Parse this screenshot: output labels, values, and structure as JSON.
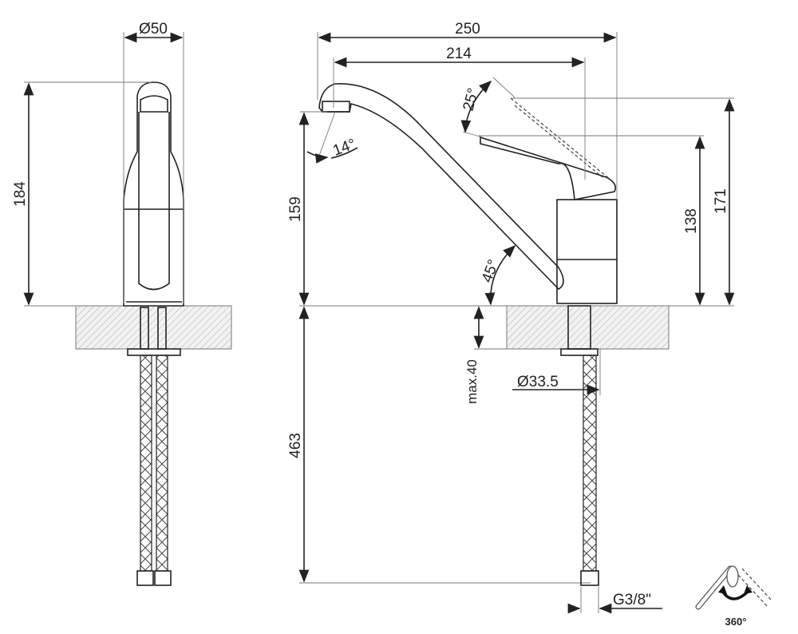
{
  "dimensions": {
    "side_diameter": "Ø50",
    "side_height": "184",
    "total_reach": "250",
    "spout_reach": "214",
    "spout_height": "159",
    "hose_length": "463",
    "lever_height": "138",
    "lever_raised_height": "171",
    "max_thickness": "max.40",
    "hole_diameter": "Ø33.5",
    "connection": "G3/8\"",
    "spout_angle_14": "14°",
    "lever_angle_25": "25°",
    "spout_angle_45": "45°"
  },
  "rotation_icon": {
    "label": "360°"
  }
}
